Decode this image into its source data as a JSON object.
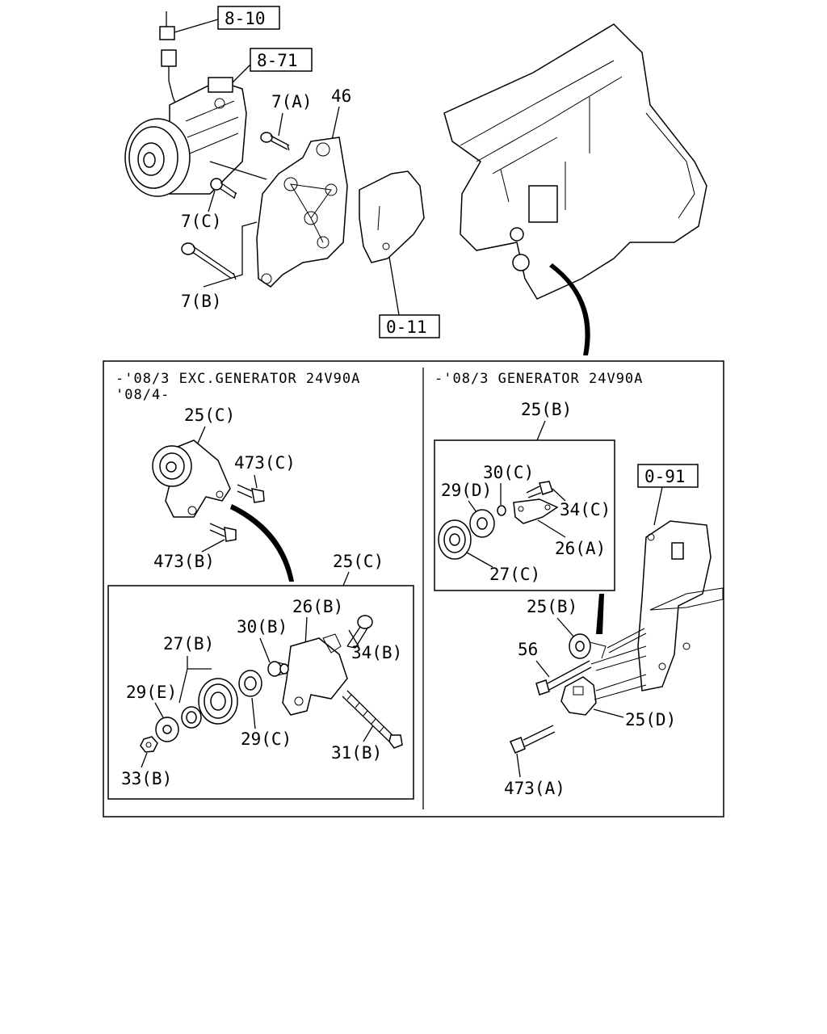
{
  "top_labels": {
    "ref_8_10": "8-10",
    "ref_8_71": "8-71",
    "ref_0_11": "0-11",
    "p7a": "7(A)",
    "p46": "46",
    "p7c": "7(C)",
    "p7b": "7(B)"
  },
  "left_panel": {
    "header_line1": "-'08/3 EXC.GENERATOR 24V90A",
    "header_line2": "'08/4-",
    "p25c_top": "25(C)",
    "p473c": "473(C)",
    "p473b": "473(B)",
    "p25c_detail": "25(C)",
    "p26b": "26(B)",
    "p30b": "30(B)",
    "p34b": "34(B)",
    "p27b": "27(B)",
    "p29e": "29(E)",
    "p29c": "29(C)",
    "p31b": "31(B)",
    "p33b": "33(B)"
  },
  "right_panel": {
    "header": "-'08/3 GENERATOR 24V90A",
    "p25b_top": "25(B)",
    "p30c": "30(C)",
    "p29d": "29(D)",
    "p34c": "34(C)",
    "p26a": "26(A)",
    "p27c": "27(C)",
    "ref_0_91": "0-91",
    "p25b_lower": "25(B)",
    "p56": "56",
    "p25d": "25(D)",
    "p473a": "473(A)"
  }
}
